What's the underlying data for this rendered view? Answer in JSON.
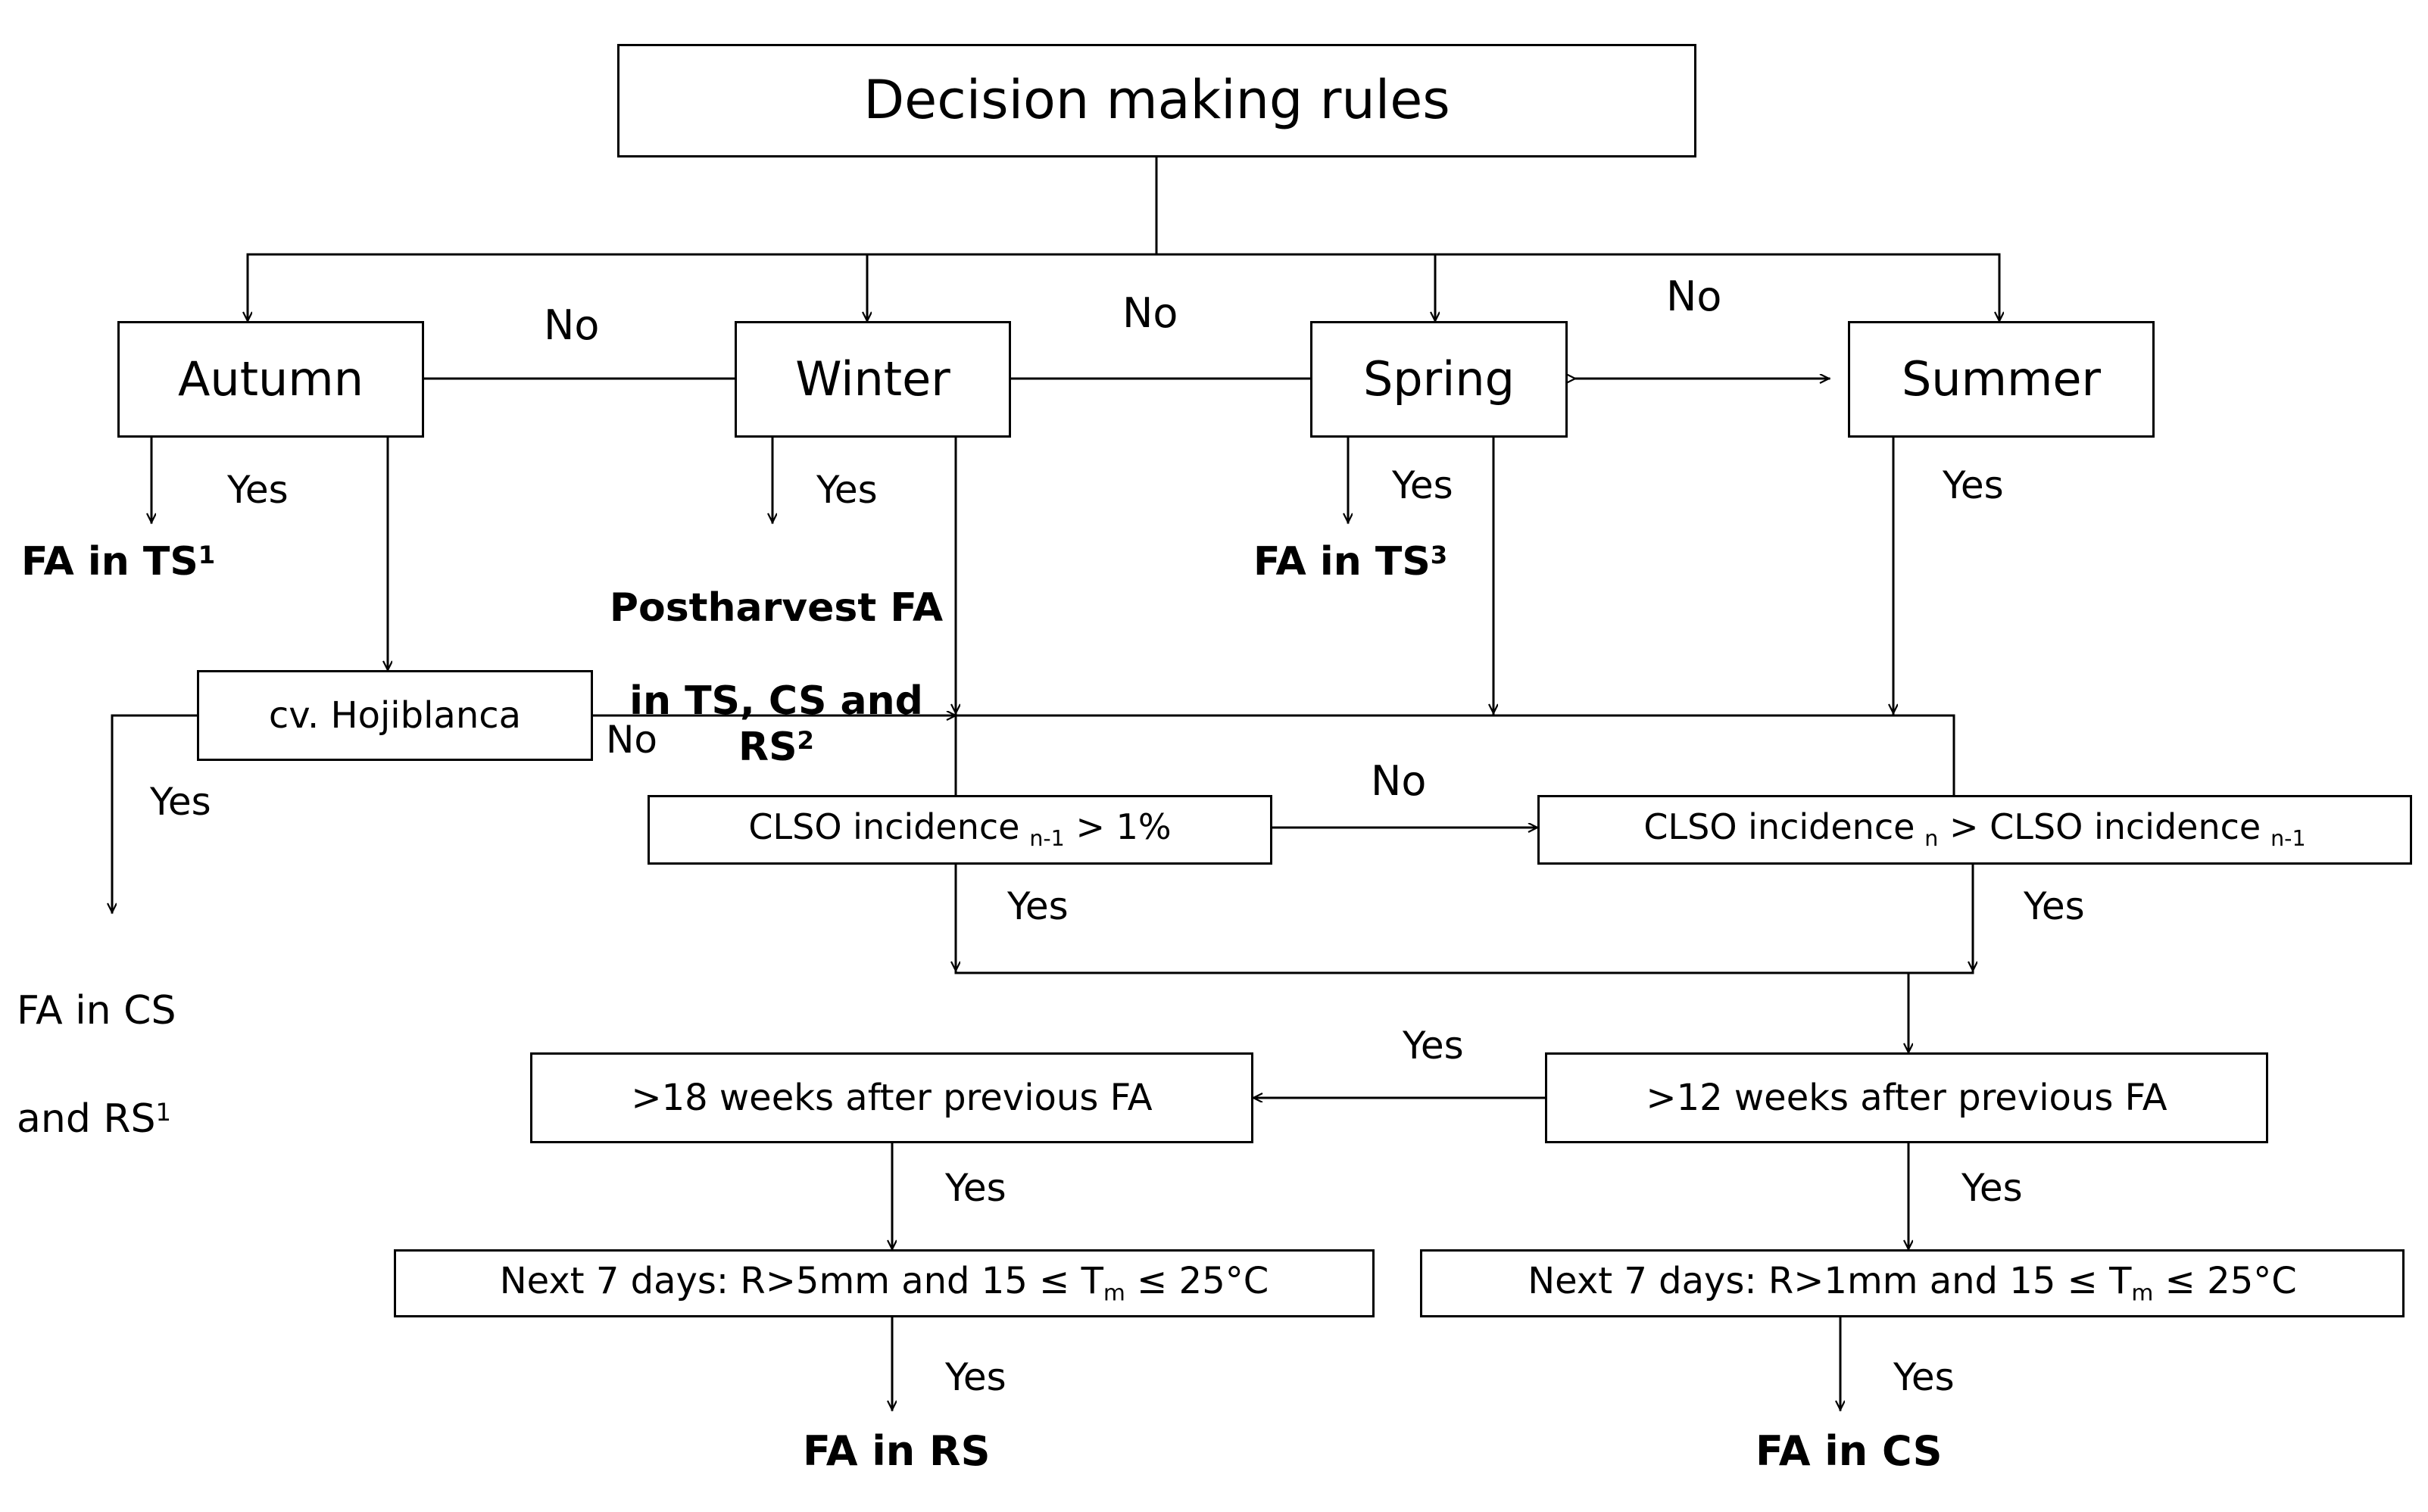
{
  "diagram": {
    "title": "Decision making rules",
    "root": {
      "label": "Decision making rules"
    },
    "seasons": [
      {
        "key": "autumn",
        "label": "Autumn"
      },
      {
        "key": "winter",
        "label": "Winter"
      },
      {
        "key": "spring",
        "label": "Spring"
      },
      {
        "key": "summer",
        "label": "Summer"
      }
    ],
    "season_edge_labels": {
      "autumn_to_winter": "No",
      "winter_to_spring": "No",
      "spring_to_summer": "No",
      "autumn_yes": "Yes",
      "winter_yes": "Yes",
      "spring_yes": "Yes",
      "summer_yes": "Yes"
    },
    "outcomes": {
      "autumn_ts": "FA in TS",
      "autumn_ts_sup": "1",
      "winter_post_line1": "Postharvest FA",
      "winter_post_line2": "in TS, CS and RS",
      "winter_post_sup": "2",
      "spring_ts": "FA in TS",
      "spring_ts_sup": "3",
      "cv_yes_line1": "FA in CS",
      "cv_yes_line2": "and RS",
      "cv_yes_sup": "1",
      "fa_in_rs": "FA in RS",
      "fa_in_cs": "FA in CS"
    },
    "nodes": {
      "cv_hojiblanca": "cv. Hojiblanca",
      "clso_left_pre": "CLSO incidence",
      "clso_left_sub": "n-1",
      "clso_left_post": "> 1%",
      "clso_right_pre": "CLSO incidence",
      "clso_right_sub1": "n",
      "clso_right_mid": "> CLSO incidence",
      "clso_right_sub2": "n-1",
      "weeks18": ">18 weeks after previous FA",
      "weeks12": ">12 weeks after previous FA",
      "next7_left_pre": "Next 7 days: R>5mm and 15 ≤ T",
      "next7_left_sub": "m",
      "next7_left_post": "≤ 25°C",
      "next7_right_pre": "Next 7 days: R>1mm and 15 ≤ T",
      "next7_right_sub": "m",
      "next7_right_post": "≤ 25°C"
    },
    "branch_labels": {
      "cv_no": "No",
      "cv_yes": "Yes",
      "clso_no": "No",
      "clso_left_yes": "Yes",
      "clso_right_yes": "Yes",
      "weeks12_to_18_yes": "Yes",
      "weeks18_yes": "Yes",
      "weeks12_yes": "Yes",
      "next7_left_yes": "Yes",
      "next7_right_yes": "Yes"
    },
    "colors": {
      "line": "#000000",
      "background": "#ffffff",
      "text": "#000000"
    }
  }
}
